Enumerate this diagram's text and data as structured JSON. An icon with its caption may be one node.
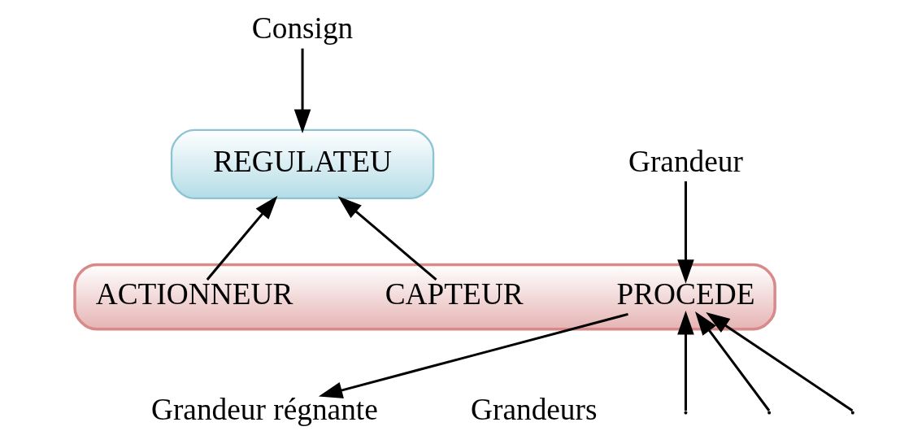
{
  "diagram": {
    "nodes": [
      {
        "text": [
          "Consign"
        ]
      },
      {
        "text": [
          "REGULATEU"
        ]
      },
      {
        "text": [],
        "shape": "box"
      },
      {
        "text": [
          "CAPTEUR"
        ],
        "in": 2
      },
      {
        "text": [
          "ACTIONNEUR"
        ],
        "in": 2
      },
      {
        "text": [
          "PROCEDE"
        ],
        "in": 2
      },
      {
        "text": [
          "Grandeur"
        ]
      },
      {
        "text": [
          "Grandeur régnante"
        ]
      }
    ],
    "edges": [
      {
        "from": 0,
        "to": 1,
        "arrow": "to"
      },
      {
        "from": 3,
        "to": 1,
        "arrow": "to"
      },
      {
        "from": 4,
        "to": 1,
        "arrow": "to"
      },
      {
        "from": 6,
        "to": 5,
        "arrow": "to"
      },
      {
        "from": 5,
        "to": 7,
        "arrow": "to"
      },
      {
        "from": null,
        "to": 5,
        "arrow": "to"
      },
      {
        "from": null,
        "to": 5,
        "arrow": "to"
      },
      {
        "from": null,
        "to": 5,
        "arrow": "to"
      }
    ],
    "labels": [
      "Grandeurs"
    ]
  }
}
